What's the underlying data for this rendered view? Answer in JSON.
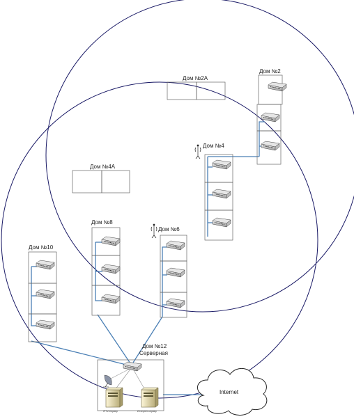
{
  "buildings": {
    "dom2": "Дом №2",
    "dom2a": "Дом №2А",
    "dom4": "Дом №4",
    "dom4a": "Дом №4А",
    "dom6": "Дом №6",
    "dom8": "Дом №8",
    "dom10": "Дом №10",
    "dom12": "Дом №12",
    "dom12_sub": "Серверная"
  },
  "servers": {
    "iptv": "IPTV-Сервер",
    "internet_server": "Интернет-сервер"
  },
  "cloud": {
    "label": "Internet"
  },
  "colors": {
    "link": "#4a7fb5",
    "circle": "#1a1a66",
    "outline": "#666666"
  }
}
